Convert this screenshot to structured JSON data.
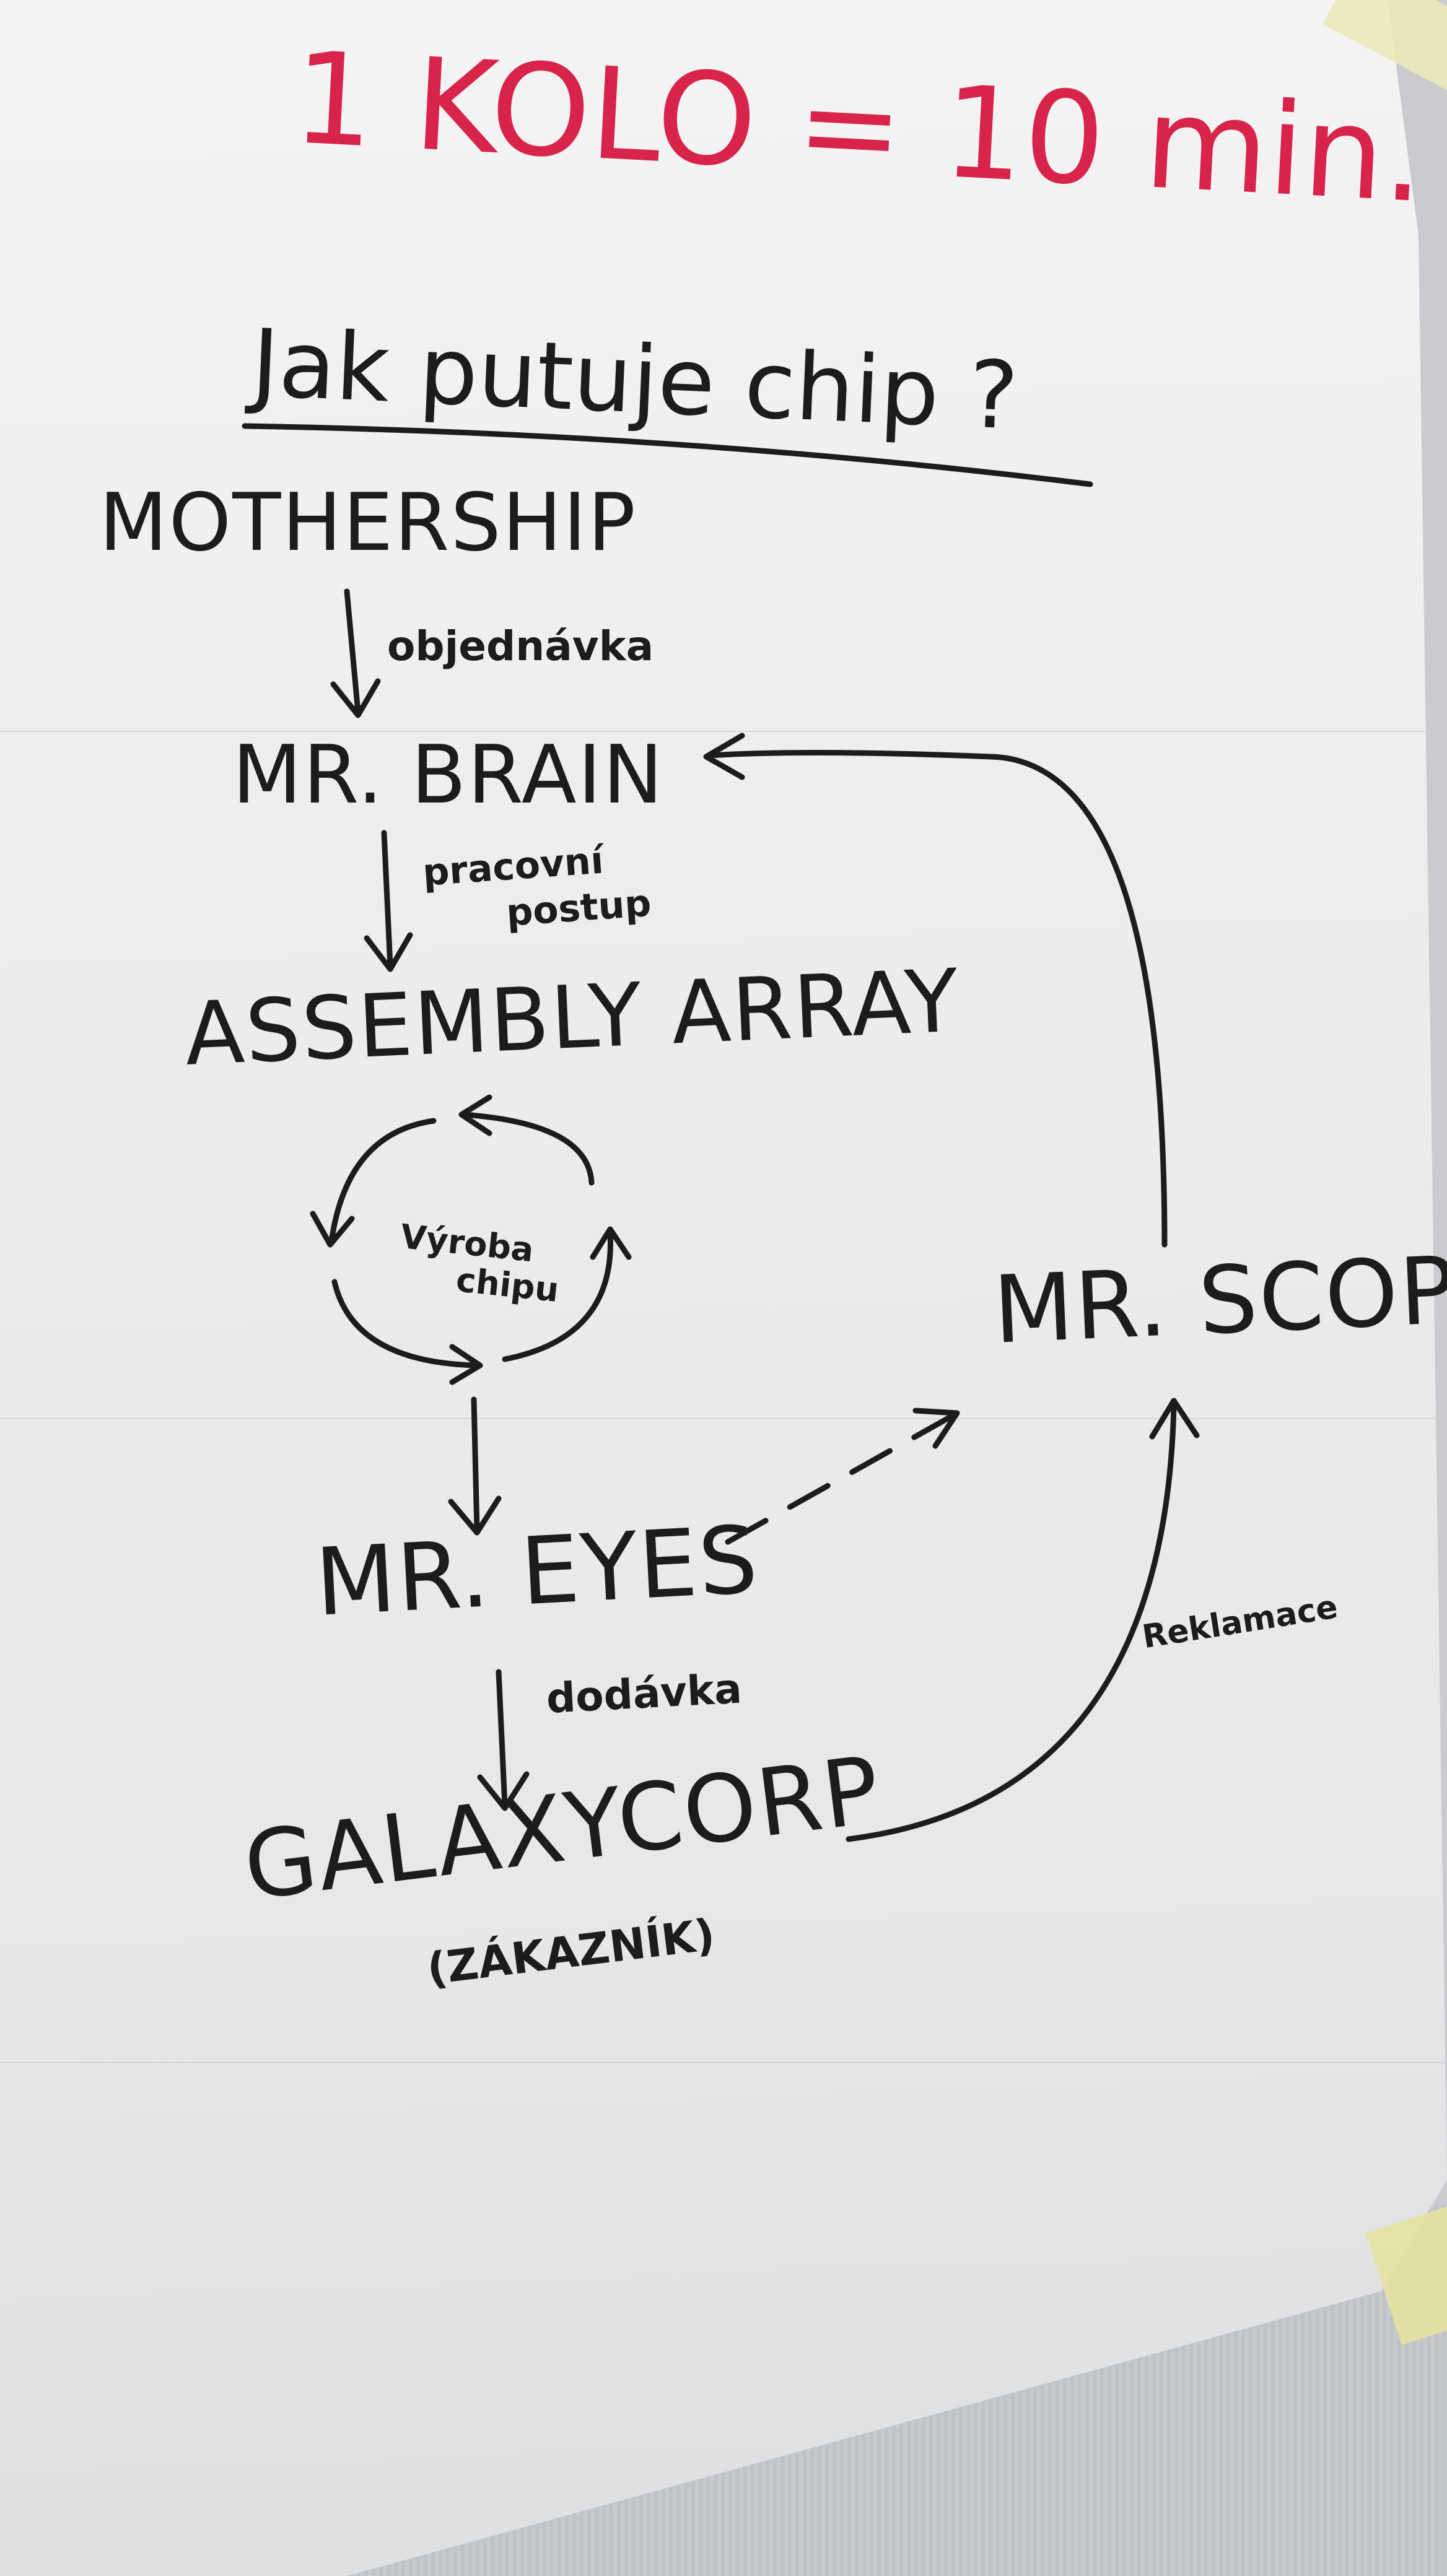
{
  "header": {
    "title": "1 KOLO = 10 min.",
    "question": "Jak putuje chip ?"
  },
  "diagram": {
    "nodes": {
      "mothership": "MOTHERSHIP",
      "mr_brain": "MR. BRAIN",
      "assembly_array": "ASSEMBLY ARRAY",
      "mr_eyes": "MR. EYES",
      "galaxycorp": "GALAXYCORP",
      "galaxycorp_sub": "(ZÁKAZNÍK)",
      "mr_scope": "MR. SCOPE"
    },
    "edge_labels": {
      "order": "objednávka",
      "procedure_line1": "pracovní",
      "procedure_line2": "postup",
      "production_line1": "Výroba",
      "production_line2": "chipu",
      "delivery": "dodávka",
      "complaint": "Reklamace"
    }
  },
  "colors": {
    "ink": "#1c1c1c",
    "title_red": "#d8234a",
    "paper": "#f0f0f0"
  }
}
